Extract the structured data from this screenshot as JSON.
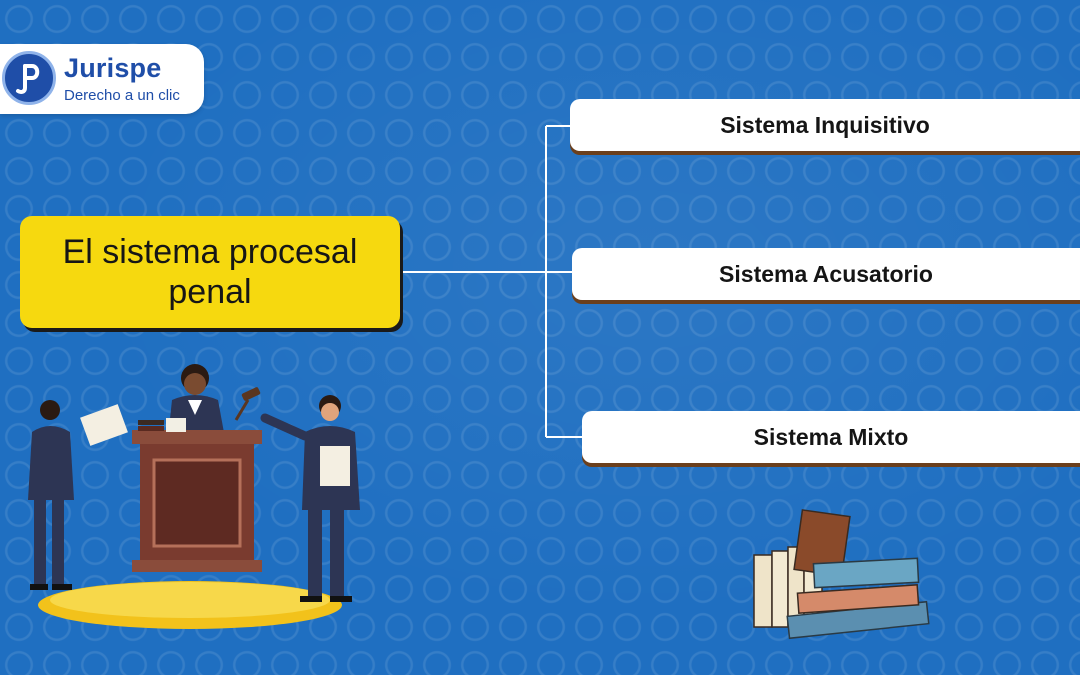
{
  "logo": {
    "name": "Jurispe",
    "tagline": "Derecho a un clic"
  },
  "diagram": {
    "main_topic": "El sistema procesal penal",
    "branches": [
      {
        "label": "Sistema Inquisitivo"
      },
      {
        "label": "Sistema Acusatorio"
      },
      {
        "label": "Sistema Mixto"
      }
    ]
  },
  "colors": {
    "background": "#1f6fc1",
    "main_box": "#f6d90f",
    "branch_box": "#ffffff",
    "branch_shadow": "#6b3f1c",
    "connector": "#ffffff"
  },
  "illustrations": {
    "left": "courtroom-judge-lawyers",
    "right": "stack-of-law-books"
  }
}
